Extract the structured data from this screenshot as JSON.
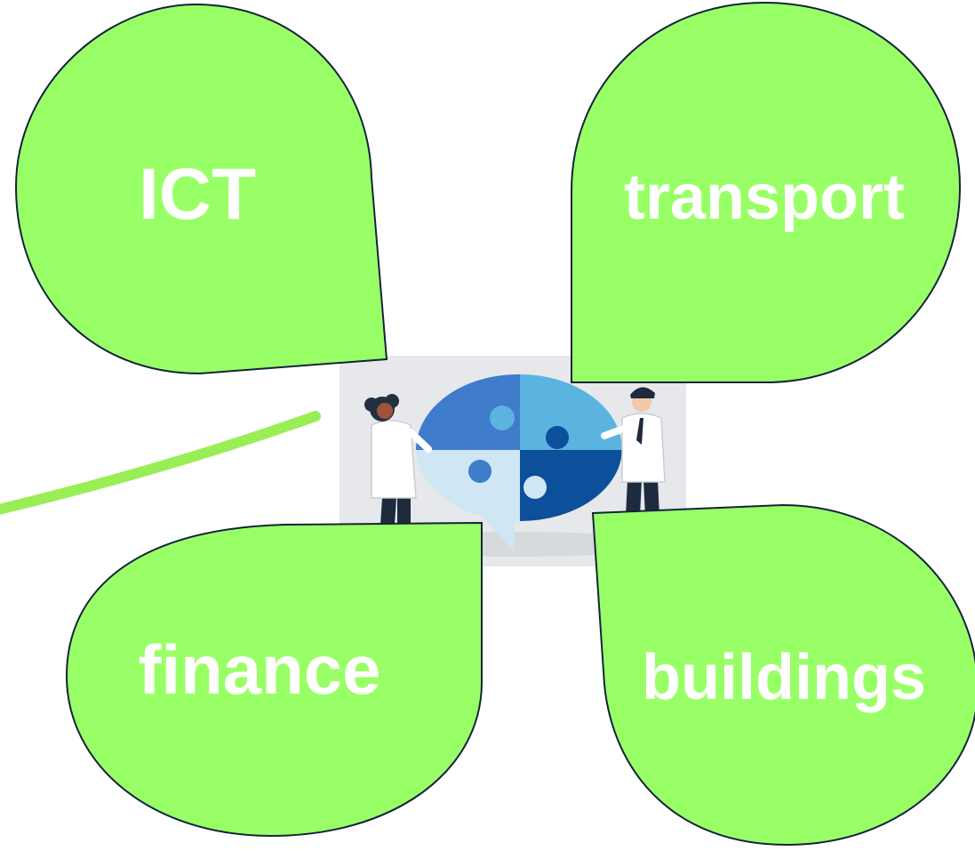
{
  "colors": {
    "background": "#ffffff",
    "petal_fill": "#99ff66",
    "petal_stroke": "#14233c",
    "connector": "#99ee55",
    "label_text": "#ffffff",
    "puzzle_top_left": "#3f7ccb",
    "puzzle_top_right": "#5bb3df",
    "puzzle_bottom_left": "#cfe7f5",
    "puzzle_bottom_right": "#0c4f9a",
    "illustration_panel": "#e6e8eb"
  },
  "petals": {
    "ict": {
      "label": "ICT"
    },
    "transport": {
      "label": "transport"
    },
    "finance": {
      "label": "finance"
    },
    "buildings": {
      "label": "buildings"
    }
  },
  "illustration": {
    "icon": "team-puzzle-illustration"
  }
}
